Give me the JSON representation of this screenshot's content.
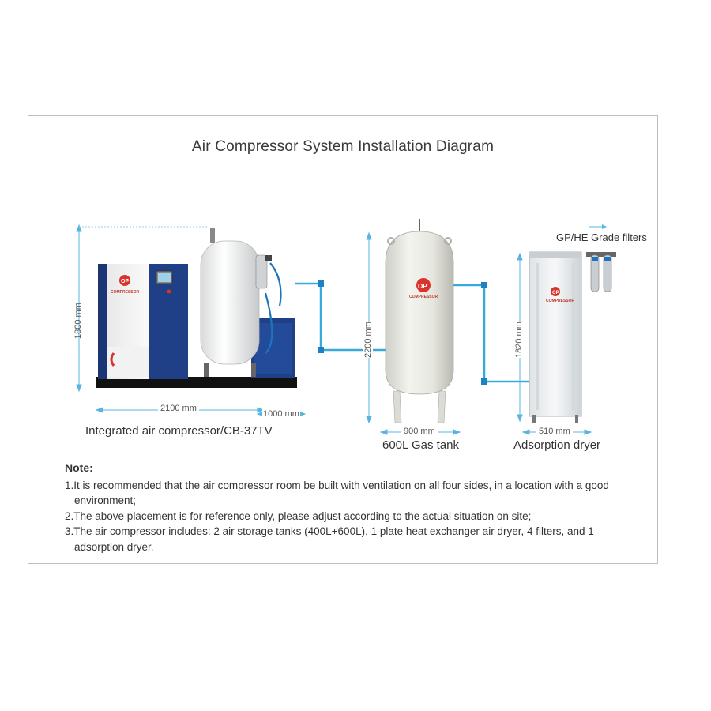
{
  "title": "Air Compressor System Installation Diagram",
  "labels": {
    "compressor": "Integrated air compressor/CB-37TV",
    "tank": "600L Gas tank",
    "dryer": "Adsorption dryer",
    "filters": "GP/HE Grade filters",
    "brand": "COMPRESSOR"
  },
  "dimensions": {
    "compressor_height": "1800 mm",
    "compressor_width": "2100 mm",
    "compressor_depth": "1000 mm",
    "tank_height": "2200 mm",
    "tank_width": "900 mm",
    "dryer_height": "1820 mm",
    "dryer_width": "510 mm"
  },
  "notes": {
    "heading": "Note:",
    "items": [
      "1.It is recommended that the air compressor room be built with ventilation on all four sides, in a location with a good environment;",
      "2.The above placement is for reference only, please adjust according to the actual situation on site;",
      "3.The air compressor includes: 2 air storage tanks (400L+600L), 1 plate heat exchanger air dryer, 4 filters, and 1 adsorption dryer."
    ]
  },
  "colors": {
    "pipe": "#39a9dc",
    "dimension": "#5ab4e0",
    "cabinet_blue": "#1f3f86",
    "logo_red": "#d9342b"
  }
}
